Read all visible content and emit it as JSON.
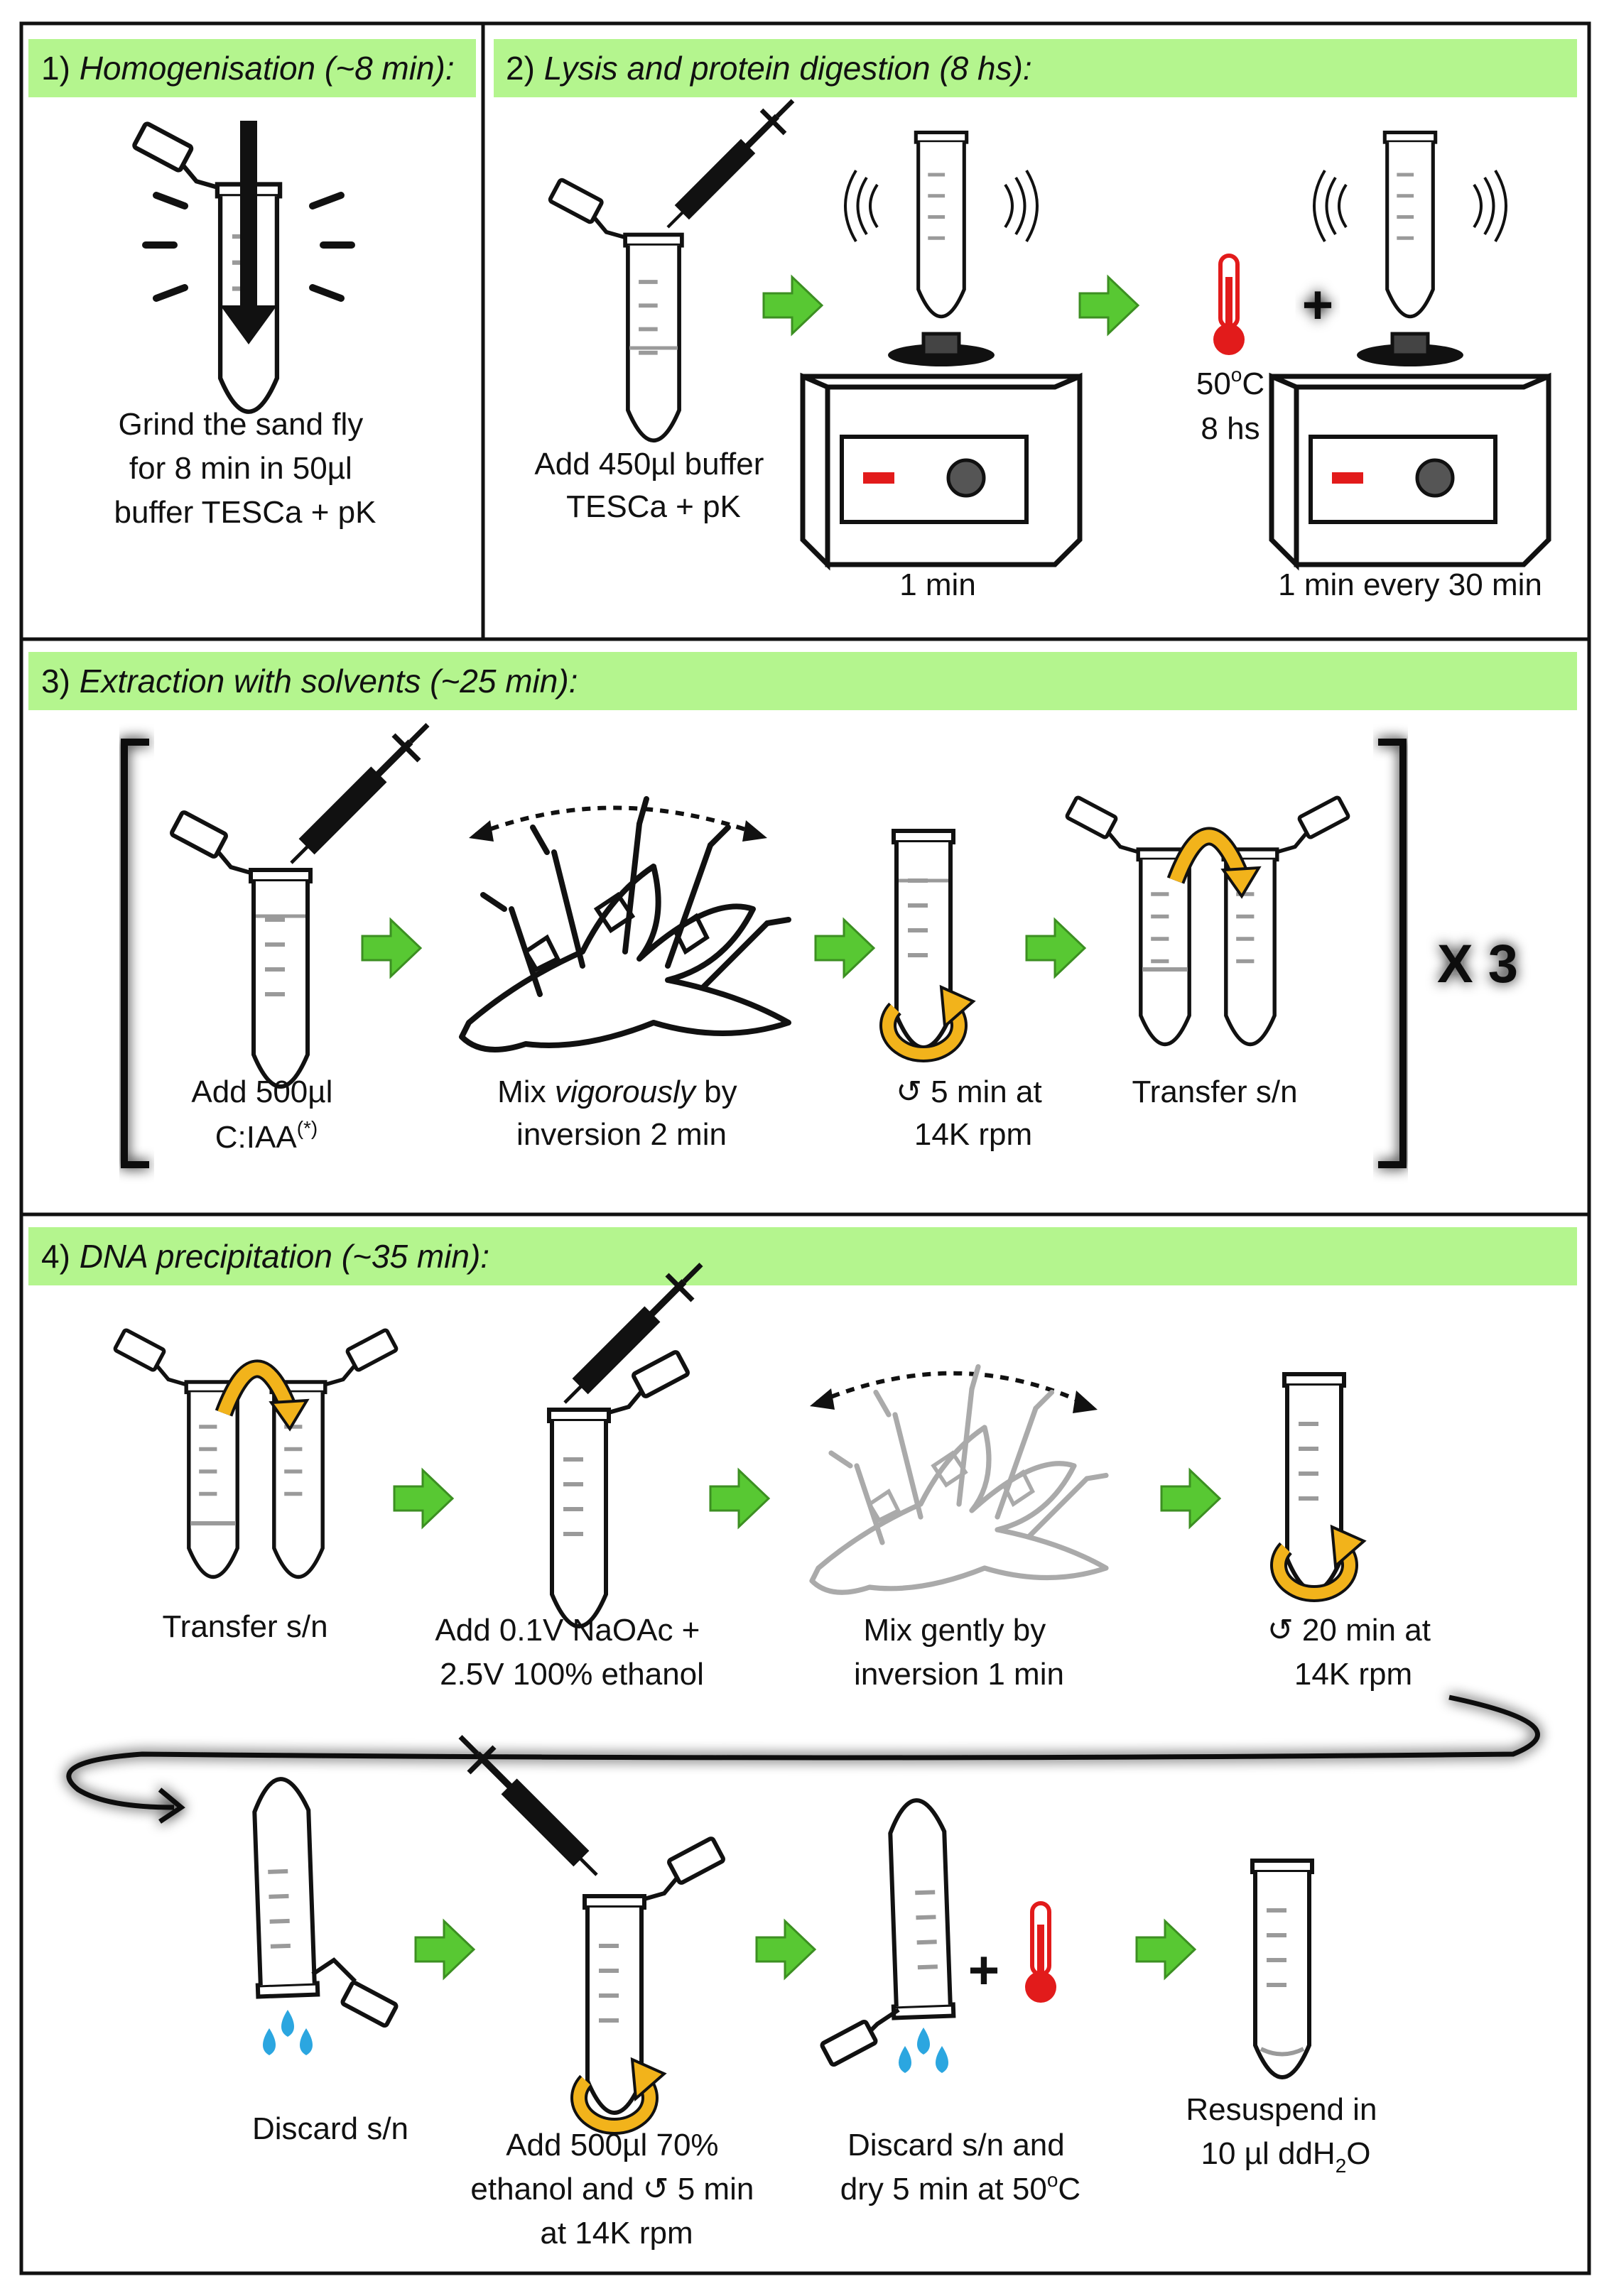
{
  "sections": [
    {
      "number": "1)",
      "title": "Homogenisation (~8 min):"
    },
    {
      "number": "2)",
      "title": "Lysis and protein digestion (8 hs):"
    },
    {
      "number": "3)",
      "title": "Extraction with solvents (~25 min):"
    },
    {
      "number": "4)",
      "title": "DNA precipitation (~35 min):"
    }
  ],
  "step1": {
    "line1": "Grind the sand fly",
    "line2": "for 8 min in 50µl",
    "line3": "buffer TESCa + pK"
  },
  "step2": {
    "add_line1": "Add 450µl buffer",
    "add_line2": "TESCa + pK",
    "vortex_label": "1 min",
    "temp_value": "50",
    "temp_sup": "o",
    "temp_unit": "C",
    "hours": "8 hs",
    "plus": "+",
    "vortex2_label": "1 min every 30 min"
  },
  "step3": {
    "add_line1": "Add 500µl",
    "add_line2": "C:IAA",
    "add_sup": "(*)",
    "mix_pre": "Mix ",
    "mix_em": "vigorously",
    "mix_post": " by",
    "mix_line2": "inversion 2 min",
    "spin_line1": "↺ 5 min at",
    "spin_line2": "14K rpm",
    "transfer": "Transfer s/n",
    "repeat": "X 3"
  },
  "step4": {
    "transfer": "Transfer s/n",
    "add_line1": "Add 0.1V NaOAc +",
    "add_line2": "2.5V 100% ethanol",
    "mix_line1": "Mix gently by",
    "mix_line2": "inversion 1 min",
    "spin_line1": "↺ 20 min at",
    "spin_line2": "14K rpm",
    "discard": "Discard s/n",
    "wash_line1": "Add 500µl 70%",
    "wash_line2": "ethanol and ↺ 5 min",
    "wash_line3": "at 14K rpm",
    "dry_line1": "Discard s/n and",
    "dry_line2_pre": "dry 5 min at 50",
    "dry_sup": "o",
    "dry_unit": "C",
    "plus": "+",
    "resuspend_line1": "Resuspend in",
    "resuspend_line2_pre": "10 µl ddH",
    "resuspend_sub": "2",
    "resuspend_post": "O"
  },
  "colors": {
    "header_bg": "#b4f58e",
    "arrow_green": "#58c833",
    "glow": "#9be36a",
    "swirl": "#f2b31b",
    "drop": "#2ba6e0",
    "thermo_red": "#e21b1b",
    "tube_gray": "#9a9a9a",
    "border": "#111111"
  }
}
